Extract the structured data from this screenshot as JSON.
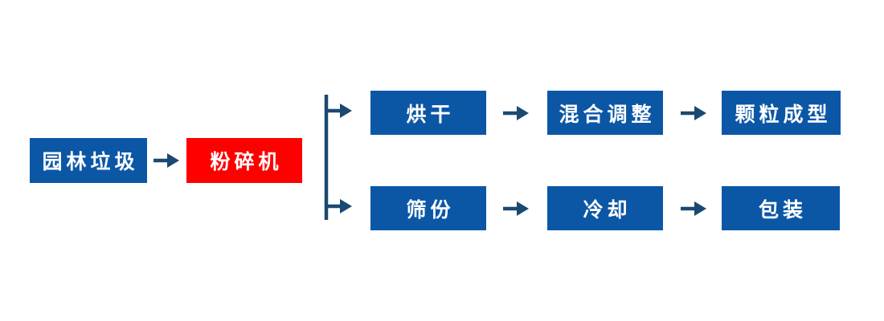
{
  "diagram": {
    "type": "flowchart",
    "colors": {
      "box_blue": "#0B57A6",
      "box_red": "#FE0000",
      "connector": "#1A4971",
      "label_text": "#FFFFFF",
      "background": "#FFFFFF"
    },
    "nodes": {
      "source": {
        "label": "园林垃圾",
        "color": "blue"
      },
      "crusher": {
        "label": "粉碎机",
        "color": "red"
      },
      "top_branch": [
        {
          "label": "烘干"
        },
        {
          "label": "混合调整"
        },
        {
          "label": "颗粒成型"
        }
      ],
      "bottom_branch": [
        {
          "label": "筛份"
        },
        {
          "label": "冷却"
        },
        {
          "label": "包装"
        }
      ]
    },
    "icons": {
      "flow_arrow": "right-arrow",
      "branch_connector": "fork-two-right-arrows"
    }
  }
}
